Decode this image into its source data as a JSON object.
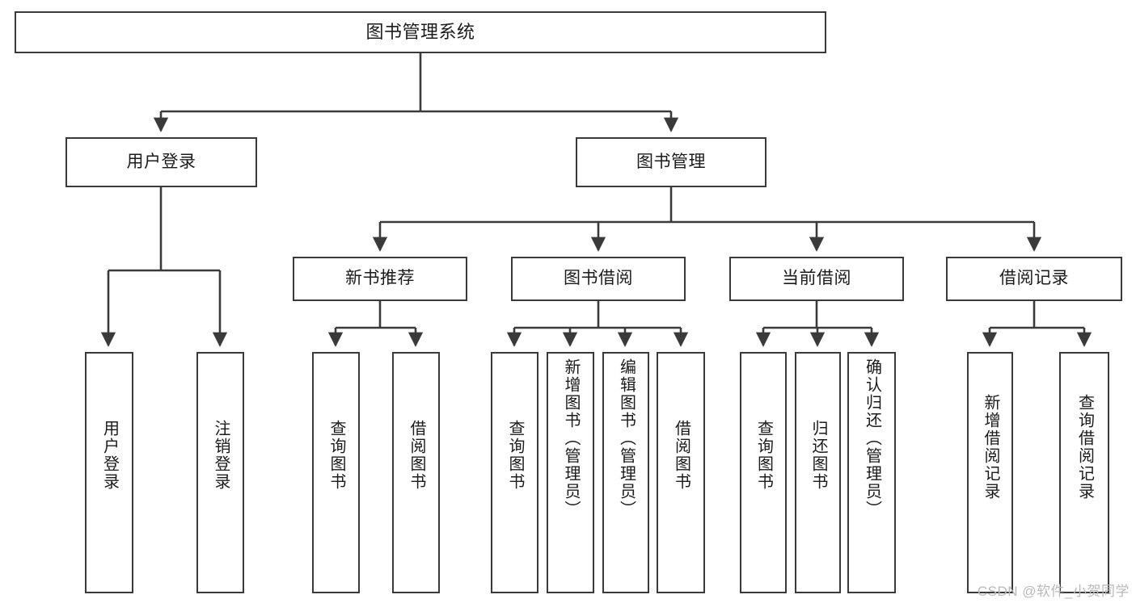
{
  "diagram": {
    "title": "图书管理系统",
    "type": "hierarchy-tree",
    "root": {
      "id": "root",
      "label": "图书管理系统"
    },
    "level2": [
      {
        "id": "user-login",
        "label": "用户登录"
      },
      {
        "id": "book-management",
        "label": "图书管理"
      }
    ],
    "level3": [
      {
        "id": "new-book-recommend",
        "label": "新书推荐"
      },
      {
        "id": "book-borrow",
        "label": "图书借阅"
      },
      {
        "id": "current-borrow",
        "label": "当前借阅"
      },
      {
        "id": "borrow-record",
        "label": "借阅记录"
      }
    ],
    "leaves": [
      {
        "id": "leaf-user-login",
        "label": "用户登录",
        "parent": "user-login"
      },
      {
        "id": "leaf-logout",
        "label": "注销登录",
        "parent": "user-login"
      },
      {
        "id": "leaf-query-book-1",
        "label": "查询图书",
        "parent": "new-book-recommend"
      },
      {
        "id": "leaf-borrow-book-1",
        "label": "借阅图书",
        "parent": "new-book-recommend"
      },
      {
        "id": "leaf-query-book-2",
        "label": "查询图书",
        "parent": "book-borrow"
      },
      {
        "id": "leaf-add-book",
        "label": "新增图书（管理员）",
        "parent": "book-borrow"
      },
      {
        "id": "leaf-edit-book",
        "label": "编辑图书（管理员）",
        "parent": "book-borrow"
      },
      {
        "id": "leaf-borrow-book-2",
        "label": "借阅图书",
        "parent": "book-borrow"
      },
      {
        "id": "leaf-query-book-3",
        "label": "查询图书",
        "parent": "current-borrow"
      },
      {
        "id": "leaf-return-book",
        "label": "归还图书",
        "parent": "current-borrow"
      },
      {
        "id": "leaf-confirm-return",
        "label": "确认归还（管理员）",
        "parent": "current-borrow"
      },
      {
        "id": "leaf-add-record",
        "label": "新增借阅记录",
        "parent": "borrow-record"
      },
      {
        "id": "leaf-query-record",
        "label": "查询借阅记录",
        "parent": "borrow-record"
      }
    ],
    "watermark": "CSDN @软件_小贺同学",
    "colors": {
      "border": "#3a3a3a",
      "background": "#ffffff",
      "text": "#1b1b1b",
      "watermark": "#b9b9b9"
    }
  }
}
